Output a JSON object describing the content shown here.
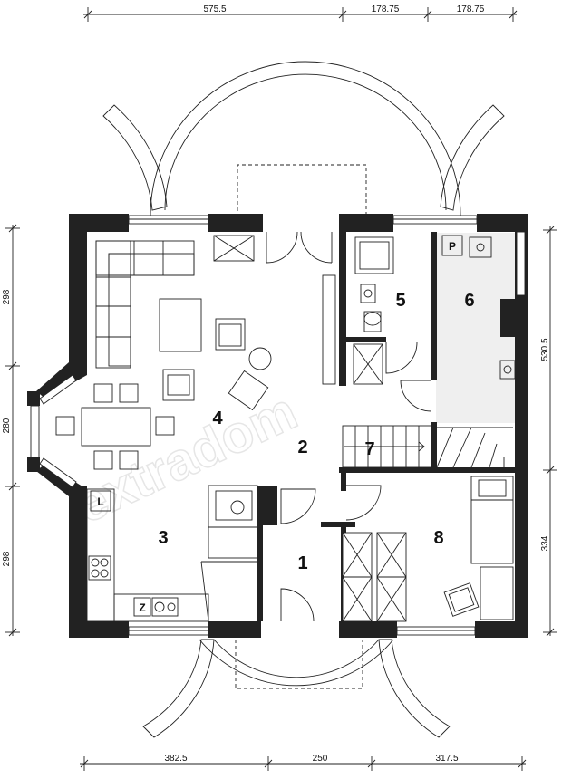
{
  "plan": {
    "dimensions": {
      "top": [
        "575.5",
        "178.75",
        "178.75"
      ],
      "bottom": [
        "382.5",
        "250",
        "317.5"
      ],
      "left": [
        "298",
        "280",
        "298"
      ],
      "right": [
        "530.5",
        "334"
      ]
    },
    "rooms": [
      "1",
      "2",
      "3",
      "4",
      "5",
      "6",
      "7",
      "8"
    ],
    "fixtures": {
      "laundry": "L",
      "pantry": "P",
      "sink": "Z"
    },
    "watermark": "extradom"
  },
  "colors": {
    "wall": "#222222",
    "shaded_room": "#efefef",
    "background": "#ffffff"
  }
}
